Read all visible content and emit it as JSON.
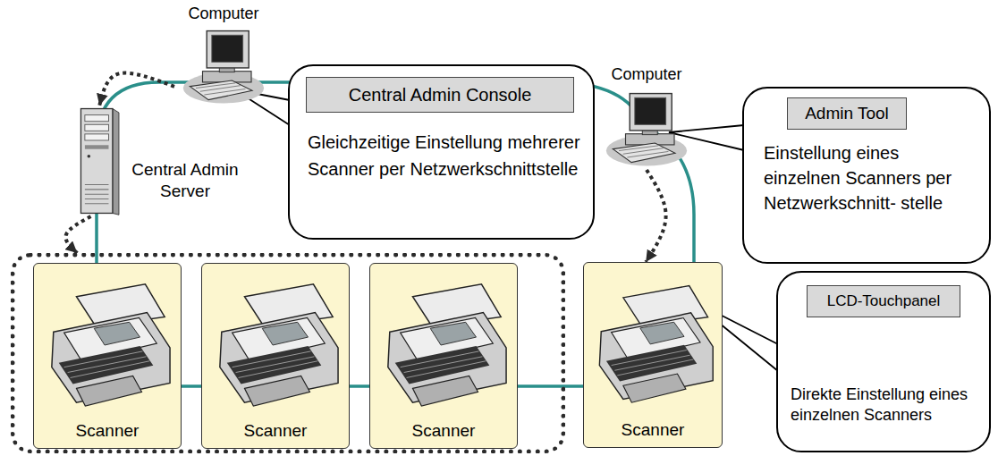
{
  "diagram": {
    "nodes": [
      {
        "text": [
          "Computer"
        ]
      },
      {
        "text": [
          "Gleichzeitige Einstellung mehrerer Scanner per Netzwerkschnittstelle"
        ]
      },
      {
        "text": [
          "Central Admin Console"
        ],
        "in": 1
      },
      {
        "text": [
          "Computer"
        ]
      },
      {
        "text": [
          "Einstellung eines einzelnen Scanners per Netzwerkschnitt- stelle"
        ]
      },
      {
        "text": [
          "Admin Tool"
        ],
        "in": 4
      },
      {
        "text": [
          "Central Admin Server"
        ]
      },
      {
        "text": []
      },
      {
        "text": [
          "Scanner"
        ],
        "in": 7
      },
      {
        "text": [
          "Scanner"
        ],
        "in": 7
      },
      {
        "text": [
          "Scanner"
        ],
        "in": 7
      },
      {
        "text": [
          "Scanner"
        ]
      },
      {
        "text": [
          "Direkte Einstellung eines einzelnen Scanners"
        ]
      },
      {
        "text": [
          "LCD-Touchpanel"
        ],
        "in": 12
      }
    ],
    "edges": [
      {
        "from": 0,
        "to": 6,
        "arrow": "to"
      },
      {
        "from": 6,
        "to": 7,
        "arrow": "to"
      },
      {
        "from": 3,
        "to": 11,
        "arrow": "to"
      }
    ]
  }
}
